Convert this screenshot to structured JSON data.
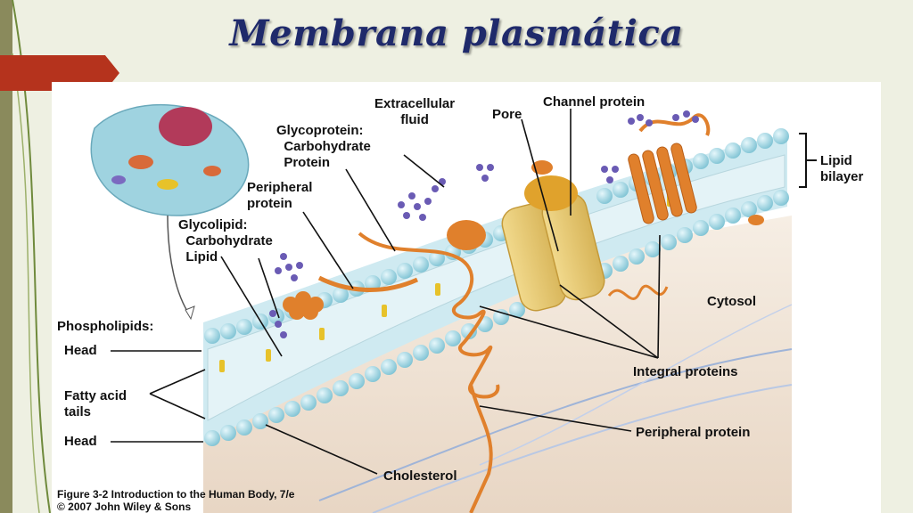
{
  "title": "Membrana plasmática",
  "labels": {
    "extracellular_fluid": "Extracellular\nfluid",
    "pore": "Pore",
    "channel_protein": "Channel protein",
    "glycoprotein": "Glycoprotein:\n  Carbohydrate\n  Protein",
    "peripheral_protein_top": "Peripheral\nprotein",
    "glycolipid": "Glycolipid:\n  Carbohydrate\n  Lipid",
    "lipid_bilayer": "Lipid\nbilayer",
    "cytosol": "Cytosol",
    "phospholipids": "Phospholipids:",
    "head_top": "Head",
    "fatty_acid_tails": "Fatty acid\ntails",
    "head_bottom": "Head",
    "integral_proteins": "Integral proteins",
    "peripheral_protein_bottom": "Peripheral protein",
    "cholesterol": "Cholesterol"
  },
  "caption": {
    "line1": "Figure 3-2  Introduction to the Human Body, 7/e",
    "line2": "© 2007 John Wiley & Sons"
  },
  "colors": {
    "title": "#1f2a6b",
    "accent_tab": "#b5331d",
    "membrane": "#a9dbe6",
    "protein": "#e0802c",
    "carbohydrate": "#6a5bb4"
  }
}
